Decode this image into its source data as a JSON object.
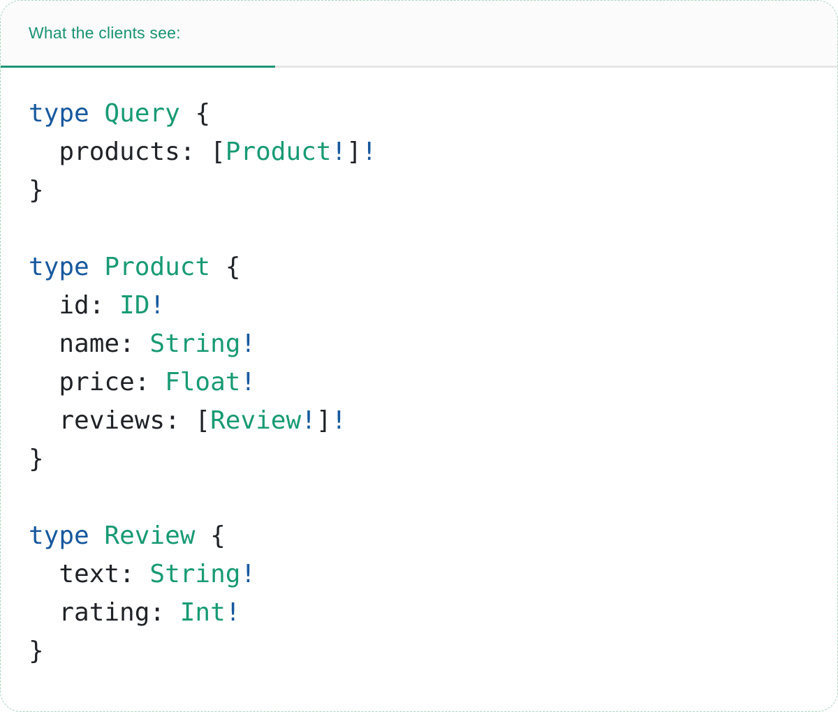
{
  "header": {
    "tab_label": "What the clients see:"
  },
  "colors": {
    "accent_teal": "#1A9273",
    "tab_underline": "#1B9474",
    "tab_bar_border": "#E6E6E6",
    "tab_bar_bg": "#FBFBFB",
    "card_border": "#A9D4BC",
    "keyword_blue": "#17589E",
    "type_green": "#189A74",
    "code_text": "#1F2226",
    "background": "#FFFFFF"
  },
  "code": {
    "language": "graphql",
    "lines": [
      [
        [
          "kw",
          "type"
        ],
        [
          "plain",
          " "
        ],
        [
          "type",
          "Query"
        ],
        [
          "plain",
          " {"
        ]
      ],
      [
        [
          "plain",
          "  products: ["
        ],
        [
          "type",
          "Product"
        ],
        [
          "bang",
          "!"
        ],
        [
          "plain",
          "]"
        ],
        [
          "bang",
          "!"
        ]
      ],
      [
        [
          "plain",
          "}"
        ]
      ],
      [],
      [
        [
          "kw",
          "type"
        ],
        [
          "plain",
          " "
        ],
        [
          "type",
          "Product"
        ],
        [
          "plain",
          " {"
        ]
      ],
      [
        [
          "plain",
          "  id: "
        ],
        [
          "type",
          "ID"
        ],
        [
          "bang",
          "!"
        ]
      ],
      [
        [
          "plain",
          "  name: "
        ],
        [
          "type",
          "String"
        ],
        [
          "bang",
          "!"
        ]
      ],
      [
        [
          "plain",
          "  price: "
        ],
        [
          "type",
          "Float"
        ],
        [
          "bang",
          "!"
        ]
      ],
      [
        [
          "plain",
          "  reviews: ["
        ],
        [
          "type",
          "Review"
        ],
        [
          "bang",
          "!"
        ],
        [
          "plain",
          "]"
        ],
        [
          "bang",
          "!"
        ]
      ],
      [
        [
          "plain",
          "}"
        ]
      ],
      [],
      [
        [
          "kw",
          "type"
        ],
        [
          "plain",
          " "
        ],
        [
          "type",
          "Review"
        ],
        [
          "plain",
          " {"
        ]
      ],
      [
        [
          "plain",
          "  text: "
        ],
        [
          "type",
          "String"
        ],
        [
          "bang",
          "!"
        ]
      ],
      [
        [
          "plain",
          "  rating: "
        ],
        [
          "type",
          "Int"
        ],
        [
          "bang",
          "!"
        ]
      ],
      [
        [
          "plain",
          "}"
        ]
      ]
    ]
  }
}
